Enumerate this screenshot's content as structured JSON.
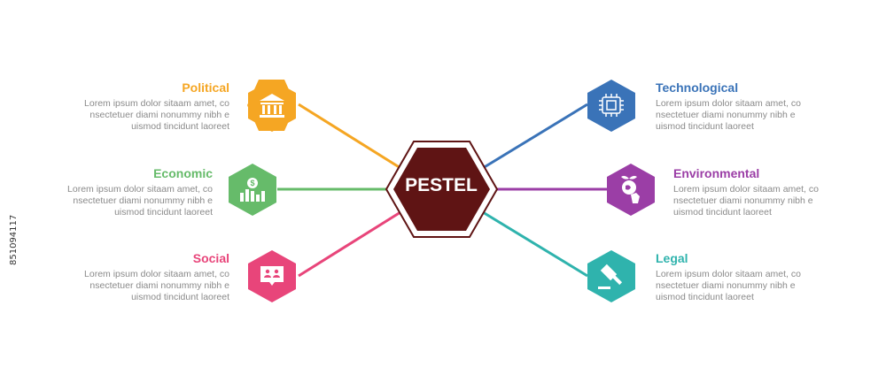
{
  "center": {
    "label": "PESTEL",
    "color": "#5f1414"
  },
  "items": [
    {
      "title": "Political",
      "color": "#f5a623",
      "icon": "bank-icon",
      "text": [
        "Lorem ipsum dolor sitaam amet, co",
        "nsectetuer diami nonummy  nibh e",
        "uismod tincidunt laoreet"
      ]
    },
    {
      "title": "Economic",
      "color": "#66bb6a",
      "icon": "dollar-chart-icon",
      "text": [
        "Lorem ipsum dolor sitaam amet, co",
        "nsectetuer diami nonummy  nibh e",
        "uismod tincidunt laoreet"
      ]
    },
    {
      "title": "Social",
      "color": "#e8457a",
      "icon": "chat-people-icon",
      "text": [
        "Lorem ipsum dolor sitaam amet, co",
        "nsectetuer diami nonummy  nibh e",
        "uismod tincidunt laoreet"
      ]
    },
    {
      "title": "Technological",
      "color": "#3a73b8",
      "icon": "chip-icon",
      "text": [
        "Lorem ipsum dolor sitaam amet, co",
        "nsectetuer diami nonummy  nibh e",
        "uismod tincidunt laoreet"
      ]
    },
    {
      "title": "Environmental",
      "color": "#9b3ea6",
      "icon": "plant-hand-icon",
      "text": [
        "Lorem ipsum dolor sitaam amet, co",
        "nsectetuer diami nonummy  nibh e",
        "uismod tincidunt laoreet"
      ]
    },
    {
      "title": "Legal",
      "color": "#2fb3ad",
      "icon": "gavel-icon",
      "text": [
        "Lorem ipsum dolor sitaam amet, co",
        "nsectetuer diami nonummy  nibh e",
        "uismod tincidunt laoreet"
      ]
    }
  ],
  "watermark_id": "851094117"
}
